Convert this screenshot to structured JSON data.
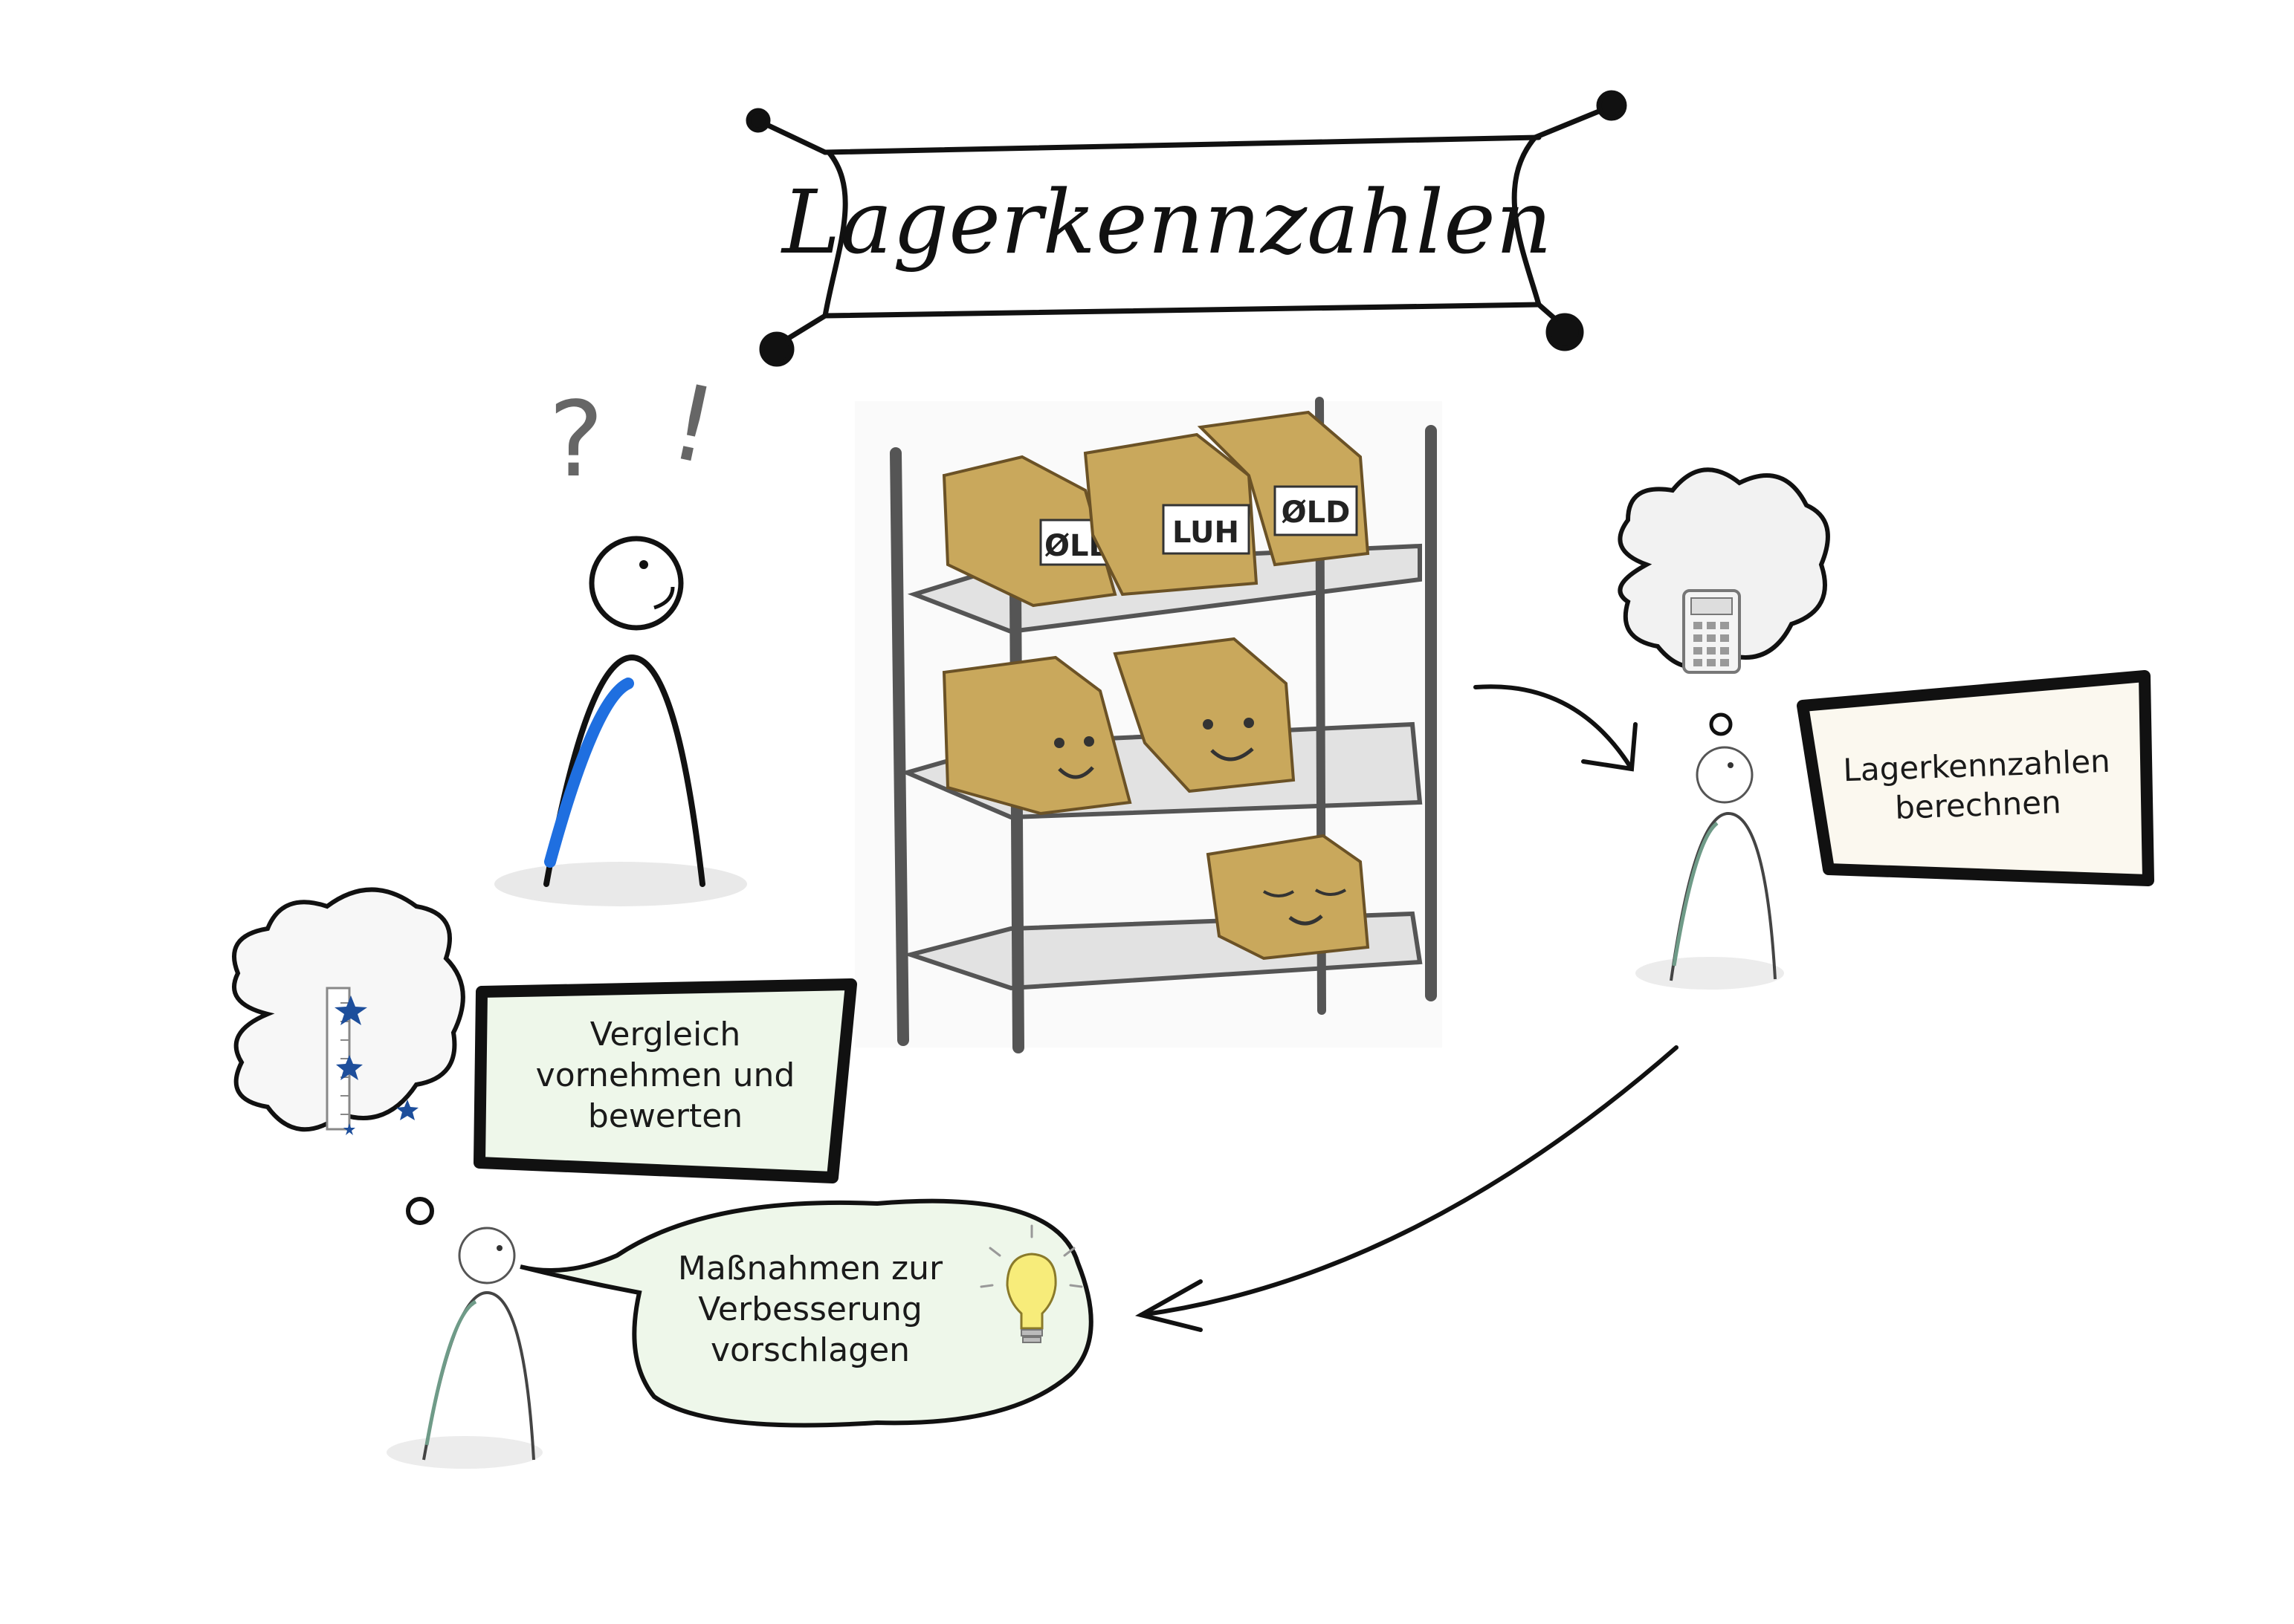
{
  "title": "Lagerkennzahlen",
  "thought_marks": {
    "question": "?",
    "exclamation": "!"
  },
  "shelf": {
    "box_labels": [
      "ØLB",
      "LUH",
      "ØLD"
    ]
  },
  "steps": {
    "calculate": "Lagerkennzahlen berechnen",
    "compare": "Vergleich vornehmen und bewerten",
    "suggest": "Maßnahmen zur Verbesserung vorschlagen"
  },
  "icons": [
    "calculator-icon",
    "rating-scale-icon",
    "lightbulb-icon"
  ],
  "colors": {
    "ink": "#1a1a1a",
    "box": "#c9a85c",
    "shelf_frame": "#5a5a5a",
    "highlight_blue": "#1f6fe0",
    "note_cream": "#fbf8ef",
    "note_green": "#eef7ea",
    "figure_green": "#6f9b88"
  }
}
